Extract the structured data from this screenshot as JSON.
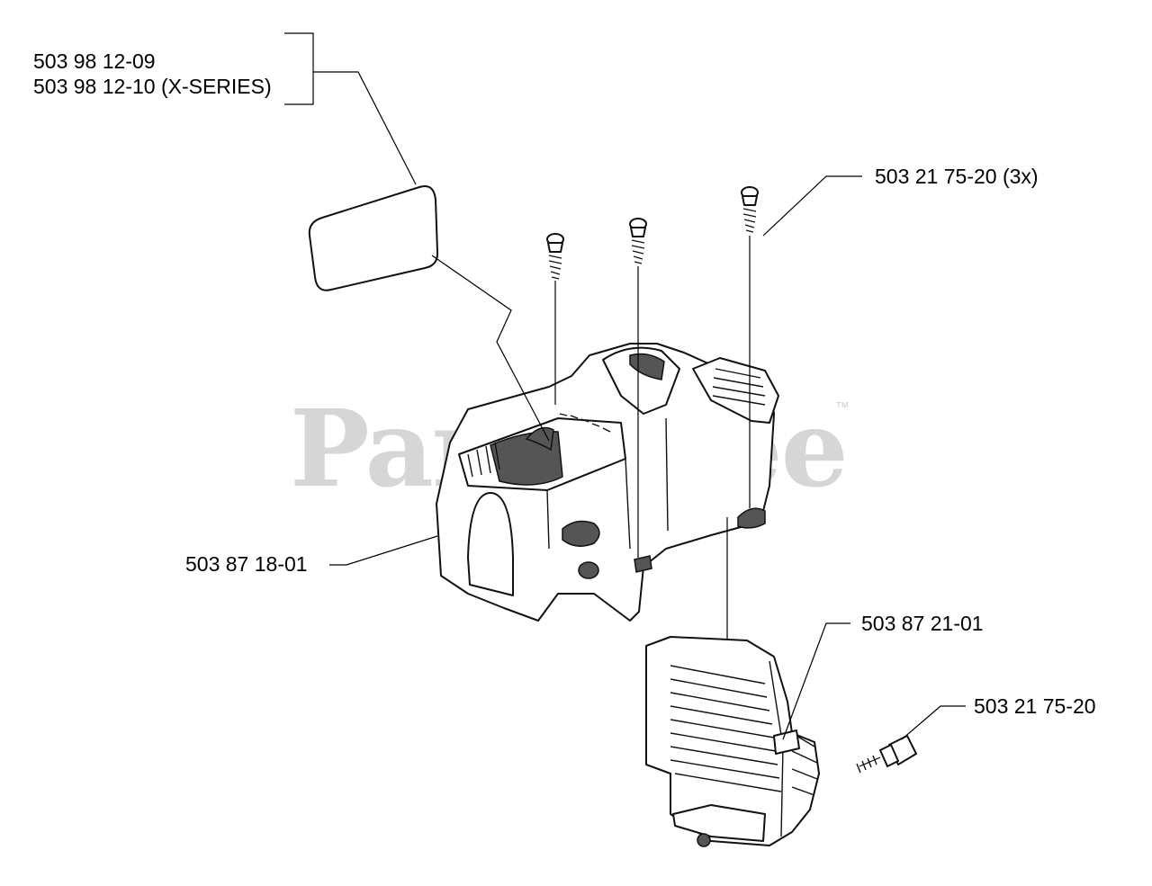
{
  "watermark": {
    "text": "PartsTree",
    "trademark": "™"
  },
  "labels": {
    "decal_a": "503 98 12-09",
    "decal_b": "503 98 12-10 (X-SERIES)",
    "screw_3x": "503 21 75-20 (3x)",
    "cover": "503 87 18-01",
    "guard": "503 87 21-01",
    "screw_single": "503 21 75-20"
  }
}
